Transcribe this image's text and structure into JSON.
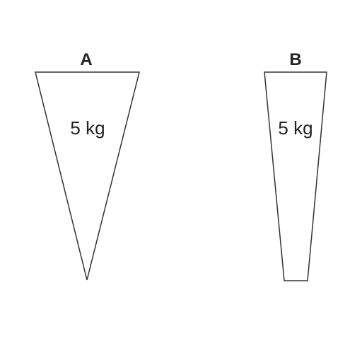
{
  "objects": [
    {
      "id": "A",
      "label": "A",
      "mass": "5 kg"
    },
    {
      "id": "B",
      "label": "B",
      "mass": "5 kg"
    }
  ],
  "colors": {
    "stroke": "#333333",
    "text": "#222222",
    "background": "#ffffff"
  }
}
